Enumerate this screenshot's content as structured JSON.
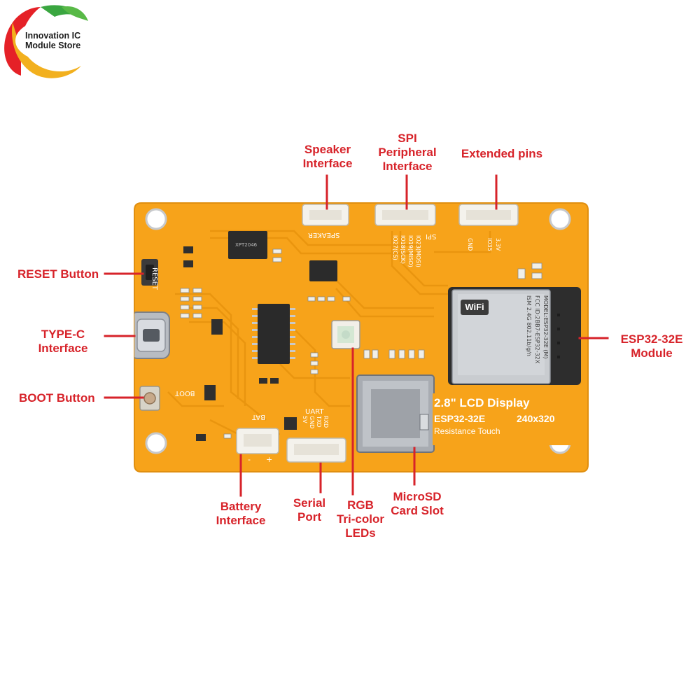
{
  "logo": {
    "line1": "Innovation IC",
    "line2": "Module Store"
  },
  "board": {
    "display_title": "2.8\" LCD Display",
    "module_line_left": "ESP32-32E",
    "module_line_right": "240x320",
    "touch_line": "Resistance Touch",
    "silkscreen": {
      "reset": "RESET",
      "boot": "BOOT",
      "speaker": "SPEAKER",
      "spi": "SPI",
      "uart": "UART",
      "bat": "BAT",
      "pins_3v3": "3.3V",
      "pins_io35": "IO35",
      "pins_gnd": "GND",
      "spi_pins": [
        "IO23(MOSI)",
        "IO19(MISO)",
        "IO18(SCK)",
        "IO27(CS)"
      ],
      "uart_pins": [
        "RXD",
        "TXD",
        "GND",
        "5V"
      ],
      "bat_minus": "-",
      "bat_plus": "+",
      "amp_chip": "XPT2046",
      "wifi": "WiFi",
      "esp_text": [
        "MODEL:ESP32-32E (M)",
        "FCC ID:2BB7-ESP32-32X",
        "ISM 2.4G 802.11b/g/n"
      ]
    }
  },
  "labels": {
    "speaker": [
      "Speaker",
      "Interface"
    ],
    "spi": [
      "SPI",
      "Peripheral",
      "Interface"
    ],
    "extended": [
      "Extended pins"
    ],
    "reset": [
      "RESET Button"
    ],
    "typec": [
      "TYPE-C",
      "Interface"
    ],
    "boot": [
      "BOOT Button"
    ],
    "esp32": [
      "ESP32-32E",
      "Module"
    ],
    "battery": [
      "Battery",
      "Interface"
    ],
    "serial": [
      "Serial",
      "Port"
    ],
    "rgb": [
      "RGB",
      "Tri-color",
      "LEDs"
    ],
    "microsd": [
      "MicroSD",
      "Card Slot"
    ]
  },
  "colors": {
    "board": "#f7a31a",
    "board_edge": "#e08f10",
    "callout": "#d7232a",
    "trace": "#e8940e",
    "silk": "#ffffff"
  }
}
